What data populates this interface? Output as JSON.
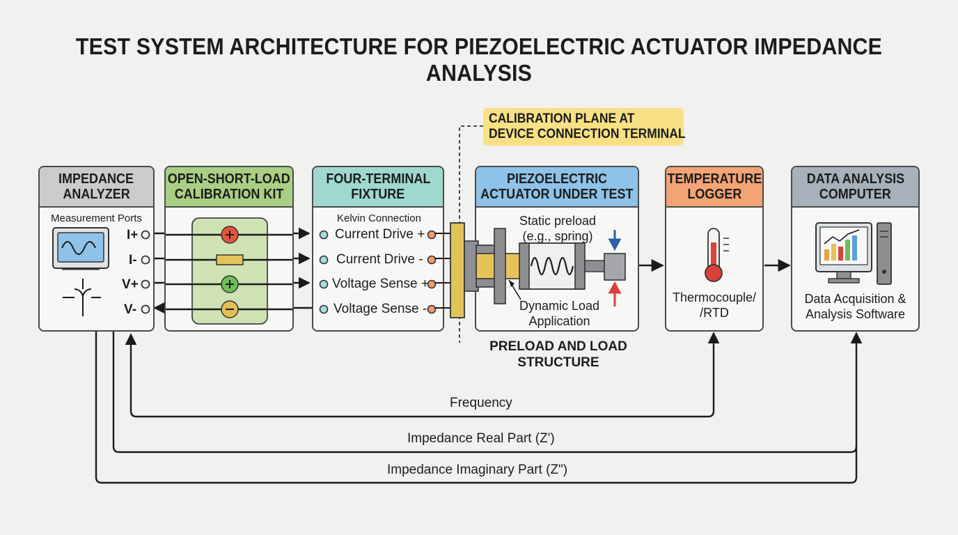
{
  "title": "TEST SYSTEM ARCHITECTURE FOR PIEZOELECTRIC ACTUATOR IMPEDANCE ANALYSIS",
  "callout": {
    "line1": "CALIBRATION PLANE AT",
    "line2": "DEVICE CONNECTION TERMINAL"
  },
  "analyzer": {
    "header": [
      "IMPEDANCE",
      "ANALYZER"
    ],
    "subtitle": "Measurement Ports",
    "ports": [
      "I+",
      "I-",
      "V+",
      "V-"
    ],
    "header_color": "#c9cbcd"
  },
  "calkit": {
    "header": [
      "OPEN-SHORT-LOAD",
      "CALIBRATION KIT"
    ],
    "header_color": "#a9cf85"
  },
  "fixture": {
    "header": [
      "FOUR-TERMINAL",
      "FIXTURE"
    ],
    "subtitle": "Kelvin Connection",
    "terminals": [
      "Current Drive +",
      "Current Drive -",
      "Voltage Sense +",
      "Voltage Sense -"
    ],
    "header_color": "#9fd8cf"
  },
  "actuator": {
    "header": [
      "PIEZOELECTRIC",
      "ACTUATOR UNDER TEST"
    ],
    "static_preload": [
      "Static preload",
      "(e.g., spring)"
    ],
    "dynamic_load": [
      "Dynamic Load",
      "Application"
    ],
    "caption": [
      "PRELOAD AND LOAD",
      "STRUCTURE"
    ],
    "header_color": "#8ec2e8"
  },
  "temperature": {
    "header": [
      "TEMPERATURE",
      "LOGGER"
    ],
    "sensor": [
      "Thermocouple/",
      "/RTD"
    ],
    "header_color": "#f3a475"
  },
  "computer": {
    "header": [
      "DATA ANALYSIS",
      "COMPUTER"
    ],
    "software": [
      "Data Acquisition &",
      "Analysis Software"
    ],
    "header_color": "#a6b1bb"
  },
  "signals": {
    "frequency": "Frequency",
    "real": "Impedance Real Part (Z')",
    "imaginary": "Impedance Imaginary Part (Z\")"
  }
}
